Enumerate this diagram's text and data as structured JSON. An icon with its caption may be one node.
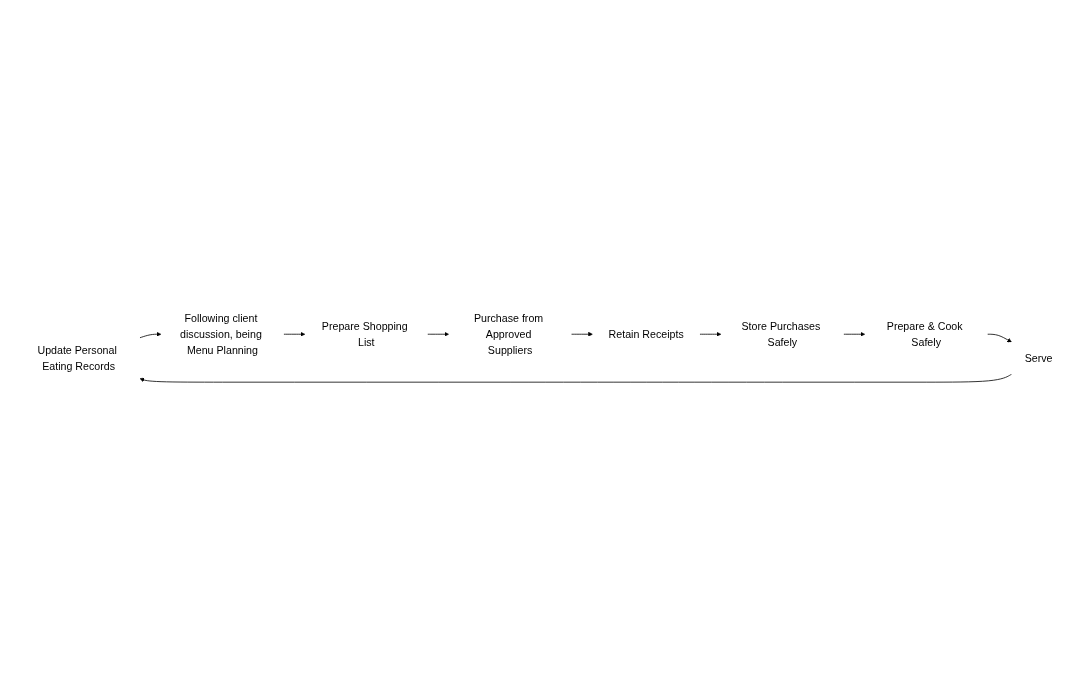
{
  "diagram": {
    "nodes": [
      {
        "text": [
          "Update Personal Eating Records"
        ]
      },
      {
        "text": [
          "Following client discussion, being Menu Planning"
        ]
      },
      {
        "text": [
          "Prepare Shopping List"
        ]
      },
      {
        "text": [
          "Purchase from Approved Suppliers"
        ]
      },
      {
        "text": [
          "Retain Receipts"
        ]
      },
      {
        "text": [
          "Store Purchases Safely"
        ]
      },
      {
        "text": [
          "Prepare & Cook Safely"
        ]
      },
      {
        "text": [
          "Serve"
        ]
      }
    ],
    "edges": [
      {
        "from": 0,
        "to": 1,
        "arrow": "to"
      },
      {
        "from": 1,
        "to": 2,
        "arrow": "to"
      },
      {
        "from": 2,
        "to": 3,
        "arrow": "to"
      },
      {
        "from": 3,
        "to": 4,
        "arrow": "to"
      },
      {
        "from": 4,
        "to": 5,
        "arrow": "to"
      },
      {
        "from": 5,
        "to": 6,
        "arrow": "to"
      },
      {
        "from": 6,
        "to": 7,
        "arrow": "to"
      },
      {
        "from": 7,
        "to": 0,
        "arrow": "to"
      }
    ]
  }
}
